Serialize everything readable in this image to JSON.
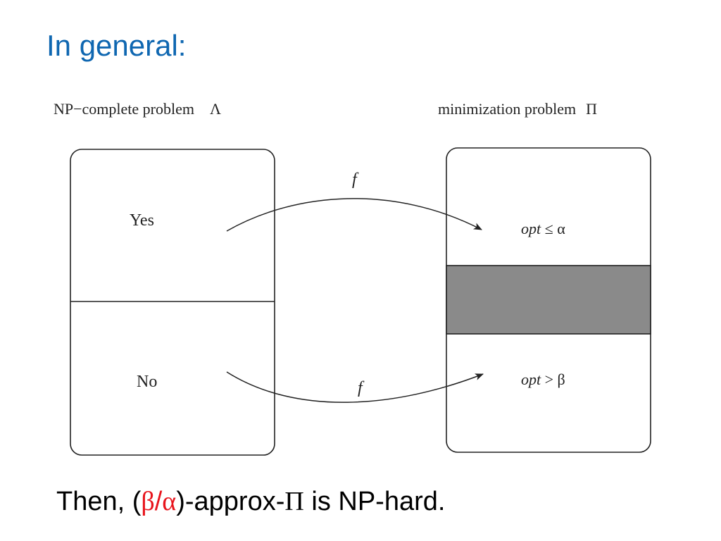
{
  "slide": {
    "title": "In general:"
  },
  "diagram": {
    "left_header": {
      "text": "NP−complete problem",
      "symbol": "Λ"
    },
    "right_header": {
      "text": "minimization problem",
      "symbol": "Π"
    },
    "left_box": {
      "yes_label": "Yes",
      "no_label": "No"
    },
    "right_box": {
      "top_label_italic": "opt",
      "top_label_rest": " ≤ α",
      "bottom_label_italic": "opt",
      "bottom_label_rest": " > β",
      "gap_color": "#8a8a8a"
    },
    "arrows": {
      "top_label": "f",
      "bottom_label": "f"
    }
  },
  "conclusion": {
    "prefix": "Then, (",
    "beta": "β",
    "slash": "/",
    "alpha": "α",
    "middle": ")-approx-",
    "pi": "Π",
    "suffix": " is NP-hard.",
    "highlight_color": "#e8141c"
  }
}
